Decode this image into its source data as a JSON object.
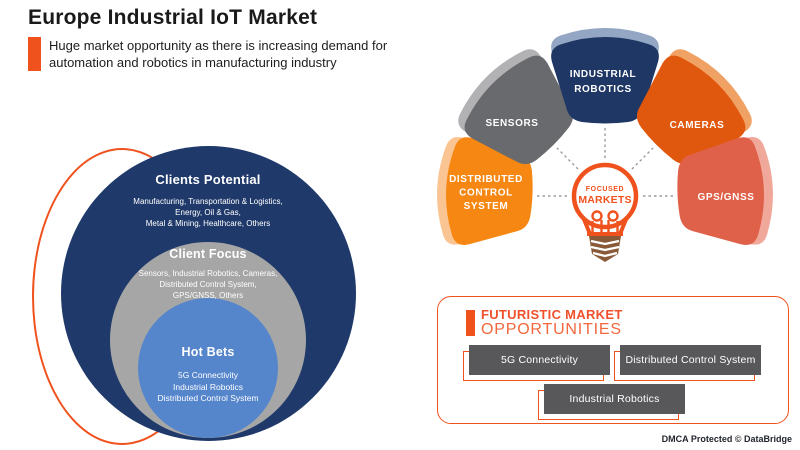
{
  "header": {
    "title": "Europe Industrial IoT Market",
    "subtitle_lines": [
      "Huge market opportunity as there is increasing demand for",
      "automation and robotics in manufacturing industry"
    ]
  },
  "concentric": {
    "outer": {
      "title": "Clients Potential",
      "lines": [
        "Manufacturing, Transportation & Logistics,",
        "Energy, Oil & Gas,",
        "Metal & Mining, Healthcare, Others"
      ],
      "color": "#1F3A6A"
    },
    "middle": {
      "title": "Client Focus",
      "lines": [
        "Sensors, Industrial Robotics, Cameras,",
        "Distributed Control System,",
        "GPS/GNSS, Others"
      ],
      "color": "#A6A6A7"
    },
    "inner": {
      "title": "Hot Bets",
      "lines": [
        "5G Connectivity",
        "Industrial Robotics",
        "Distributed Control System"
      ],
      "color": "#5585CB"
    }
  },
  "fan": {
    "center": {
      "lines": [
        "FOCUSED",
        "MARKETS"
      ]
    },
    "petals": [
      {
        "id": "distributed-control-system",
        "lines": [
          "DISTRIBUTED",
          "CONTROL",
          "SYSTEM"
        ],
        "color": "#F68712",
        "shadow": "#FAC493"
      },
      {
        "id": "sensors",
        "lines": [
          "SENSORS"
        ],
        "color": "#696A6E",
        "shadow": "#B2B2B5"
      },
      {
        "id": "industrial-robotics",
        "lines": [
          "INDUSTRIAL",
          "ROBOTICS"
        ],
        "color": "#1E3765",
        "shadow": "#93A6C4"
      },
      {
        "id": "cameras",
        "lines": [
          "CAMERAS"
        ],
        "color": "#E0570E",
        "shadow": "#F0A265"
      },
      {
        "id": "gps-gnss",
        "lines": [
          "GPS/GNSS"
        ],
        "color": "#E06149",
        "shadow": "#F0A89B"
      }
    ]
  },
  "opportunities": {
    "heading_lines": [
      "FUTURISTIC MARKET",
      "OPPORTUNITIES"
    ],
    "items": [
      "5G Connectivity",
      "Distributed Control System",
      "Industrial Robotics"
    ]
  },
  "footer": {
    "watermark": "DMCA Protected © DataBridge"
  },
  "colors": {
    "accent_orange": "#F0521E",
    "navy": "#1F3A6A",
    "gray": "#A6A6A7",
    "blue": "#5585CB",
    "button_gray": "#58585B",
    "bulb_base_brown": "#8A5A38"
  }
}
